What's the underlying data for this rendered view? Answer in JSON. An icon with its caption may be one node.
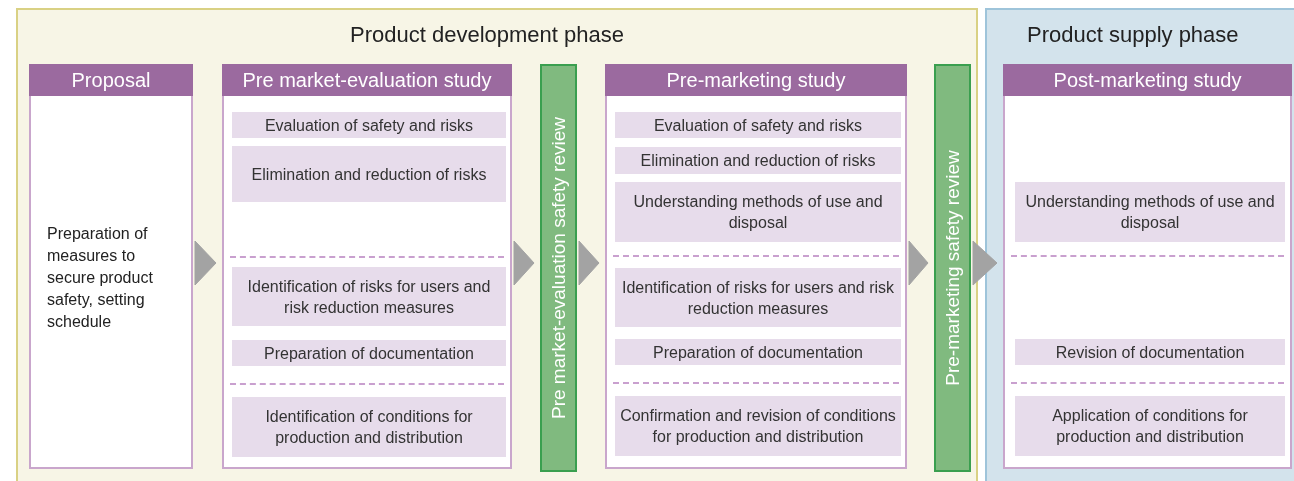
{
  "diagram": {
    "nodes": [
      {
        "text": [
          "Product development phase"
        ]
      },
      {
        "text": [
          "Proposal",
          "Preparation of measures to secure product safety, setting schedule"
        ],
        "in": 0
      },
      {
        "text": [
          "Pre market-evaluation study"
        ],
        "in": 0
      },
      {
        "text": [
          "Evaluation of safety and risks"
        ],
        "in": 2
      },
      {
        "text": [
          "Elimination and reduction of risks"
        ],
        "in": 2
      },
      {
        "text": [
          "Identification of risks for users and risk reduction measures"
        ],
        "in": 2
      },
      {
        "text": [
          "Preparation of documentation"
        ],
        "in": 2
      },
      {
        "text": [
          "Identification of conditions for production and distribution"
        ],
        "in": 2
      },
      {
        "text": [
          "Pre market-evaluation safety review"
        ],
        "in": 0
      },
      {
        "text": [
          "Pre-marketing study"
        ],
        "in": 0
      },
      {
        "text": [
          "Evaluation of safety and risks"
        ],
        "in": 9
      },
      {
        "text": [
          "Elimination and reduction of risks"
        ],
        "in": 9
      },
      {
        "text": [
          "Understanding methods of use and disposal"
        ],
        "in": 9
      },
      {
        "text": [
          "Identification of risks for users and risk reduction measures"
        ],
        "in": 9
      },
      {
        "text": [
          "Preparation of documentation"
        ],
        "in": 9
      },
      {
        "text": [
          "Confirmation and revision of conditions for production and distribution"
        ],
        "in": 9
      },
      {
        "text": [
          "Pre-marketing safety review"
        ],
        "in": 0
      },
      {
        "text": [
          "Product supply phase"
        ]
      },
      {
        "text": [
          "Post-marketing study"
        ],
        "in": 17
      },
      {
        "text": [
          "Understanding methods of use and disposal"
        ],
        "in": 18
      },
      {
        "text": [
          "Revision of documentation"
        ],
        "in": 18
      },
      {
        "text": [
          "Application of conditions for production and distribution"
        ],
        "in": 18
      }
    ],
    "edges": [
      {
        "from": 1,
        "to": 2,
        "arrow": "to"
      },
      {
        "from": 2,
        "to": 8,
        "arrow": "to"
      },
      {
        "from": 8,
        "to": 9,
        "arrow": "to"
      },
      {
        "from": 9,
        "to": 16,
        "arrow": "to"
      },
      {
        "from": 16,
        "to": 18,
        "arrow": "to"
      }
    ]
  }
}
